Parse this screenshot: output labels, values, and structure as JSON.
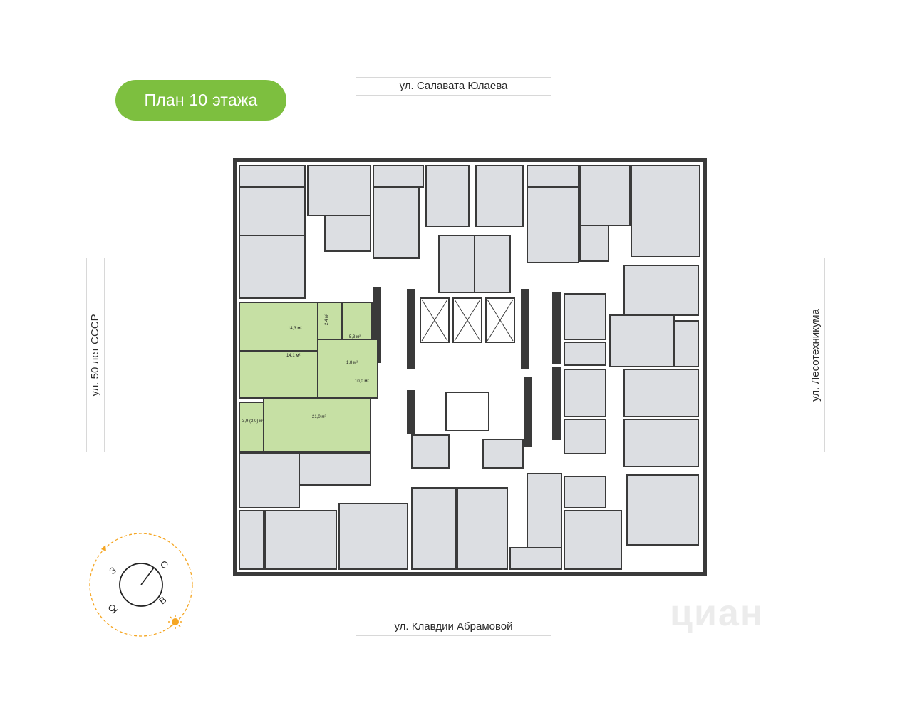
{
  "title": "План 10 этажа",
  "streets": {
    "top": "ул. Салавата Юлаева",
    "bottom": "ул. Клавдии Абрамовой",
    "left": "ул. 50 лет СССР",
    "right": "ул. Лесотехникума"
  },
  "compass": {
    "north": "С",
    "east": "В",
    "south": "Ю",
    "west": "З"
  },
  "apartment": {
    "highlight_color": "#c6e0a4",
    "rooms": {
      "bedroom_1": "14,3 м²",
      "bedroom_2": "14,1 м²",
      "corridor": "2,4 м²",
      "bathroom": "5,3 м²",
      "wc": "1,8 м²",
      "hall": "10,0 м²",
      "living_kitchen": "21,0 м²",
      "balcony": "3,9 (2,0) м²"
    }
  },
  "colors": {
    "accent": "#7dbf3f",
    "room_fill": "#dcdee2",
    "wall": "#3a3a3a",
    "sun": "#f5a623"
  },
  "watermark": "циан"
}
